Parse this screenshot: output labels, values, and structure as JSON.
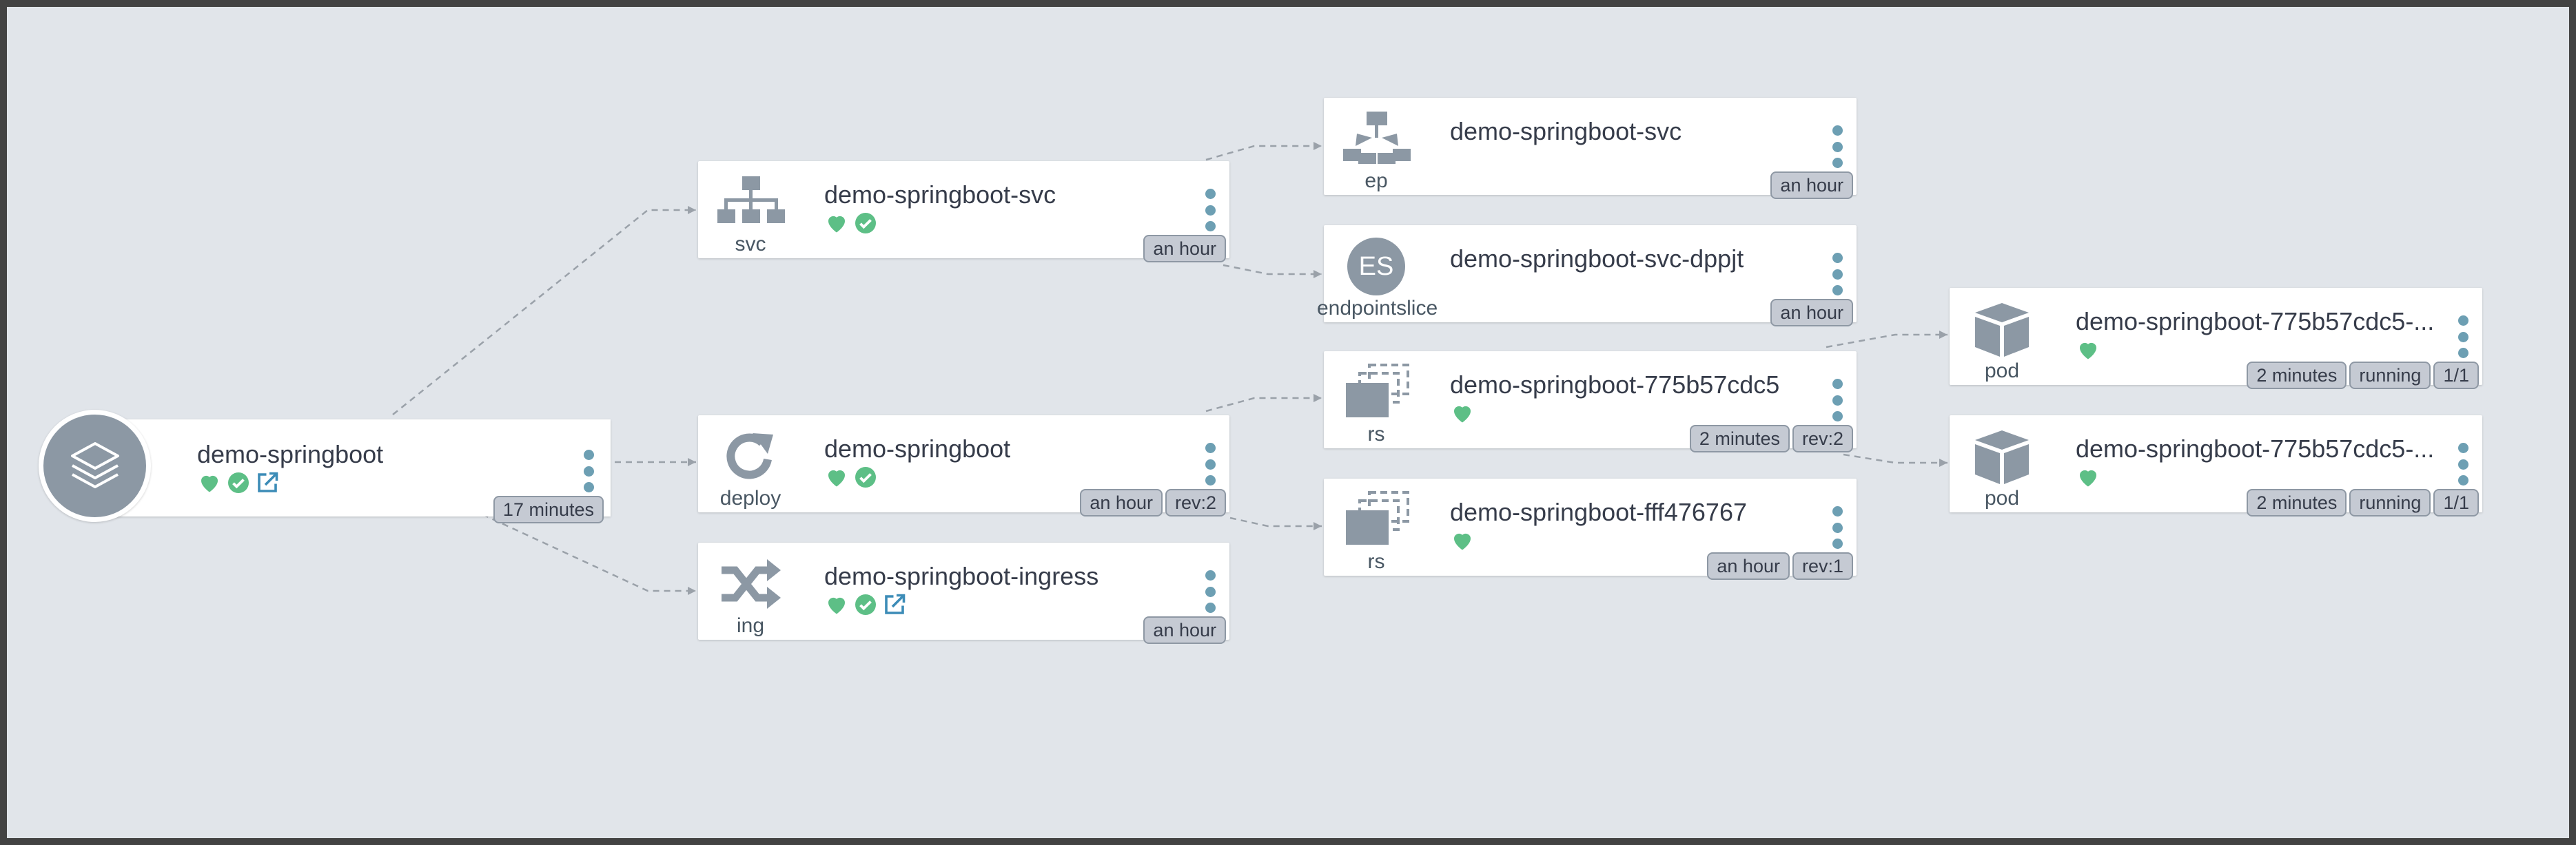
{
  "colors": {
    "canvas": "#e1e5ea",
    "node_icon": "#8c98a4",
    "healthy": "#5dbf86",
    "synced": "#5dbf86",
    "link": "#3c8cb7",
    "menu_dot": "#6d9fb3",
    "tag_bg": "#c5cad3"
  },
  "app": {
    "title": "demo-springboot",
    "icon": "layers-icon",
    "status_icons": [
      "heart-icon",
      "check-circle-icon",
      "external-link-icon"
    ],
    "tags": [
      "17 minutes"
    ]
  },
  "nodes": [
    {
      "id": "svc",
      "title": "demo-springboot-svc",
      "kind": "svc",
      "icon": "network-tree-icon",
      "status_icons": [
        "heart-icon",
        "check-circle-icon"
      ],
      "tags": [
        "an hour"
      ]
    },
    {
      "id": "deploy",
      "title": "demo-springboot",
      "kind": "deploy",
      "icon": "redo-arrow-icon",
      "status_icons": [
        "heart-icon",
        "check-circle-icon"
      ],
      "tags": [
        "an hour",
        "rev:2"
      ]
    },
    {
      "id": "ing",
      "title": "demo-springboot-ingress",
      "kind": "ing",
      "icon": "shuffle-icon",
      "status_icons": [
        "heart-icon",
        "check-circle-icon",
        "external-link-icon"
      ],
      "tags": [
        "an hour"
      ]
    },
    {
      "id": "ep",
      "title": "demo-springboot-svc",
      "kind": "ep",
      "icon": "sitemap-icon",
      "status_icons": [],
      "tags": [
        "an hour"
      ]
    },
    {
      "id": "eps",
      "title": "demo-springboot-svc-dppjt",
      "kind": "endpointslice",
      "icon_text": "ES",
      "status_icons": [],
      "tags": [
        "an hour"
      ]
    },
    {
      "id": "rs1",
      "title": "demo-springboot-775b57cdc5",
      "kind": "rs",
      "icon": "clone-icon",
      "status_icons": [
        "heart-icon"
      ],
      "tags": [
        "2 minutes",
        "rev:2"
      ]
    },
    {
      "id": "rs2",
      "title": "demo-springboot-fff476767",
      "kind": "rs",
      "icon": "clone-icon",
      "status_icons": [
        "heart-icon"
      ],
      "tags": [
        "an hour",
        "rev:1"
      ]
    },
    {
      "id": "pod1",
      "title": "demo-springboot-775b57cdc5-...",
      "kind": "pod",
      "icon": "cube-icon",
      "status_icons": [
        "heart-icon"
      ],
      "tags": [
        "2 minutes",
        "running",
        "1/1"
      ]
    },
    {
      "id": "pod2",
      "title": "demo-springboot-775b57cdc5-...",
      "kind": "pod",
      "icon": "cube-icon",
      "status_icons": [
        "heart-icon"
      ],
      "tags": [
        "2 minutes",
        "running",
        "1/1"
      ]
    }
  ]
}
